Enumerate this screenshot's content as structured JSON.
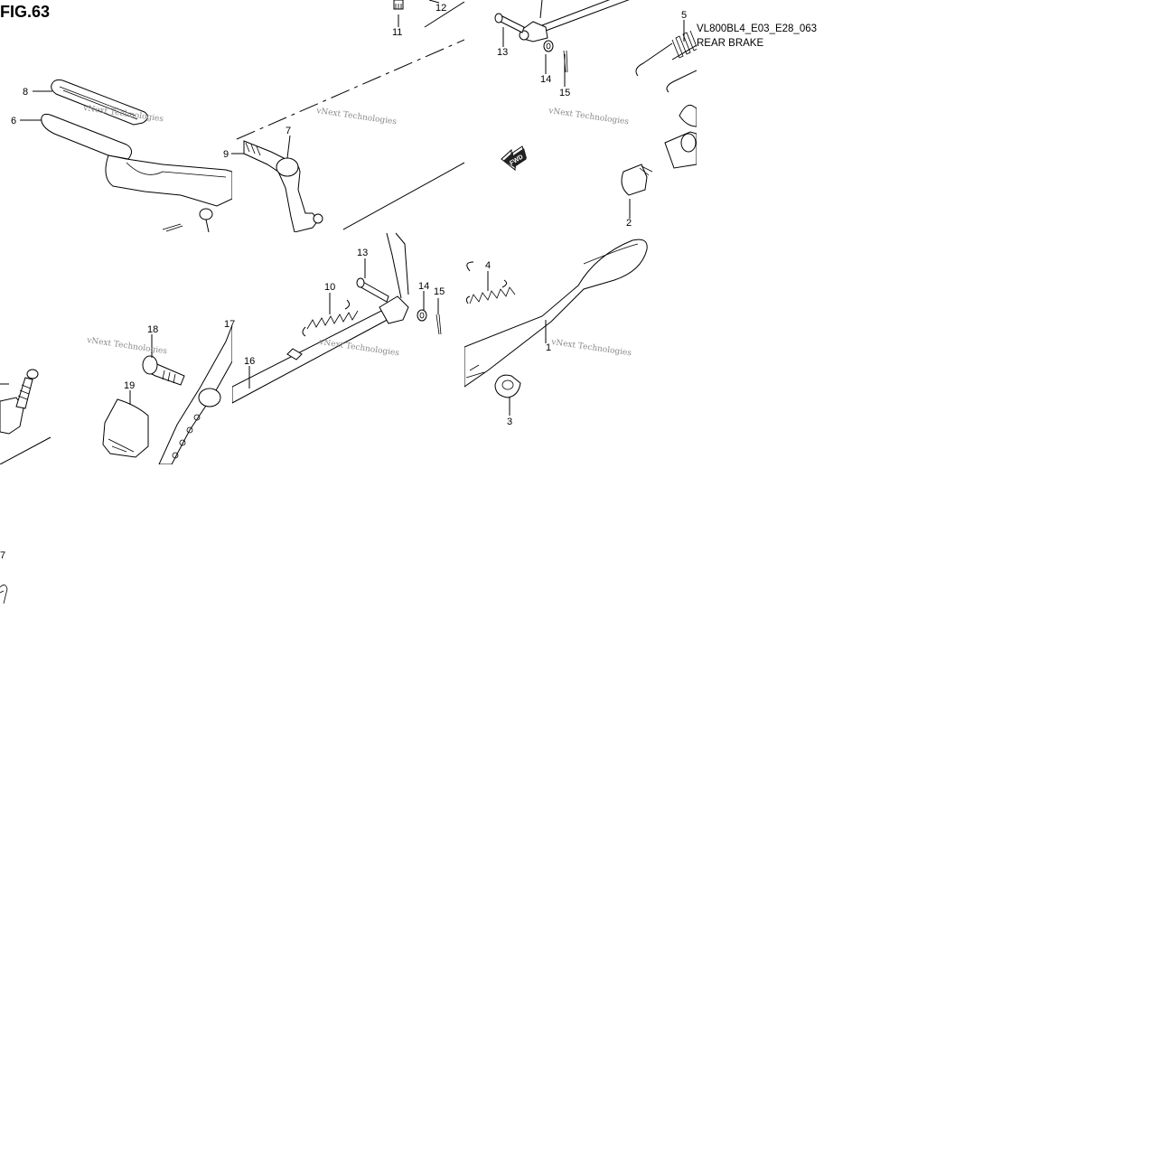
{
  "figure": {
    "title": "FIG.63",
    "code": "VL800BL4_E03_E28_063",
    "section": "REAR BRAKE"
  },
  "watermark": "vNext Technologies",
  "fwd_label": "FWD",
  "callouts": [
    {
      "id": "c1",
      "label": "1"
    },
    {
      "id": "c2",
      "label": "2"
    },
    {
      "id": "c3",
      "label": "3"
    },
    {
      "id": "c4",
      "label": "4"
    },
    {
      "id": "c5",
      "label": "5"
    },
    {
      "id": "c6",
      "label": "6"
    },
    {
      "id": "c7",
      "label": "7"
    },
    {
      "id": "c8",
      "label": "8"
    },
    {
      "id": "c9",
      "label": "9"
    },
    {
      "id": "c10",
      "label": "10"
    },
    {
      "id": "c11",
      "label": "11"
    },
    {
      "id": "c12",
      "label": "12"
    },
    {
      "id": "c13a",
      "label": "13"
    },
    {
      "id": "c13b",
      "label": "13"
    },
    {
      "id": "c14a",
      "label": "14"
    },
    {
      "id": "c14b",
      "label": "14"
    },
    {
      "id": "c15a",
      "label": "15"
    },
    {
      "id": "c15b",
      "label": "15"
    },
    {
      "id": "c16",
      "label": "16"
    },
    {
      "id": "c17a",
      "label": "17"
    },
    {
      "id": "c17b",
      "label": "7"
    },
    {
      "id": "c18",
      "label": "18"
    },
    {
      "id": "c19",
      "label": "19"
    }
  ]
}
